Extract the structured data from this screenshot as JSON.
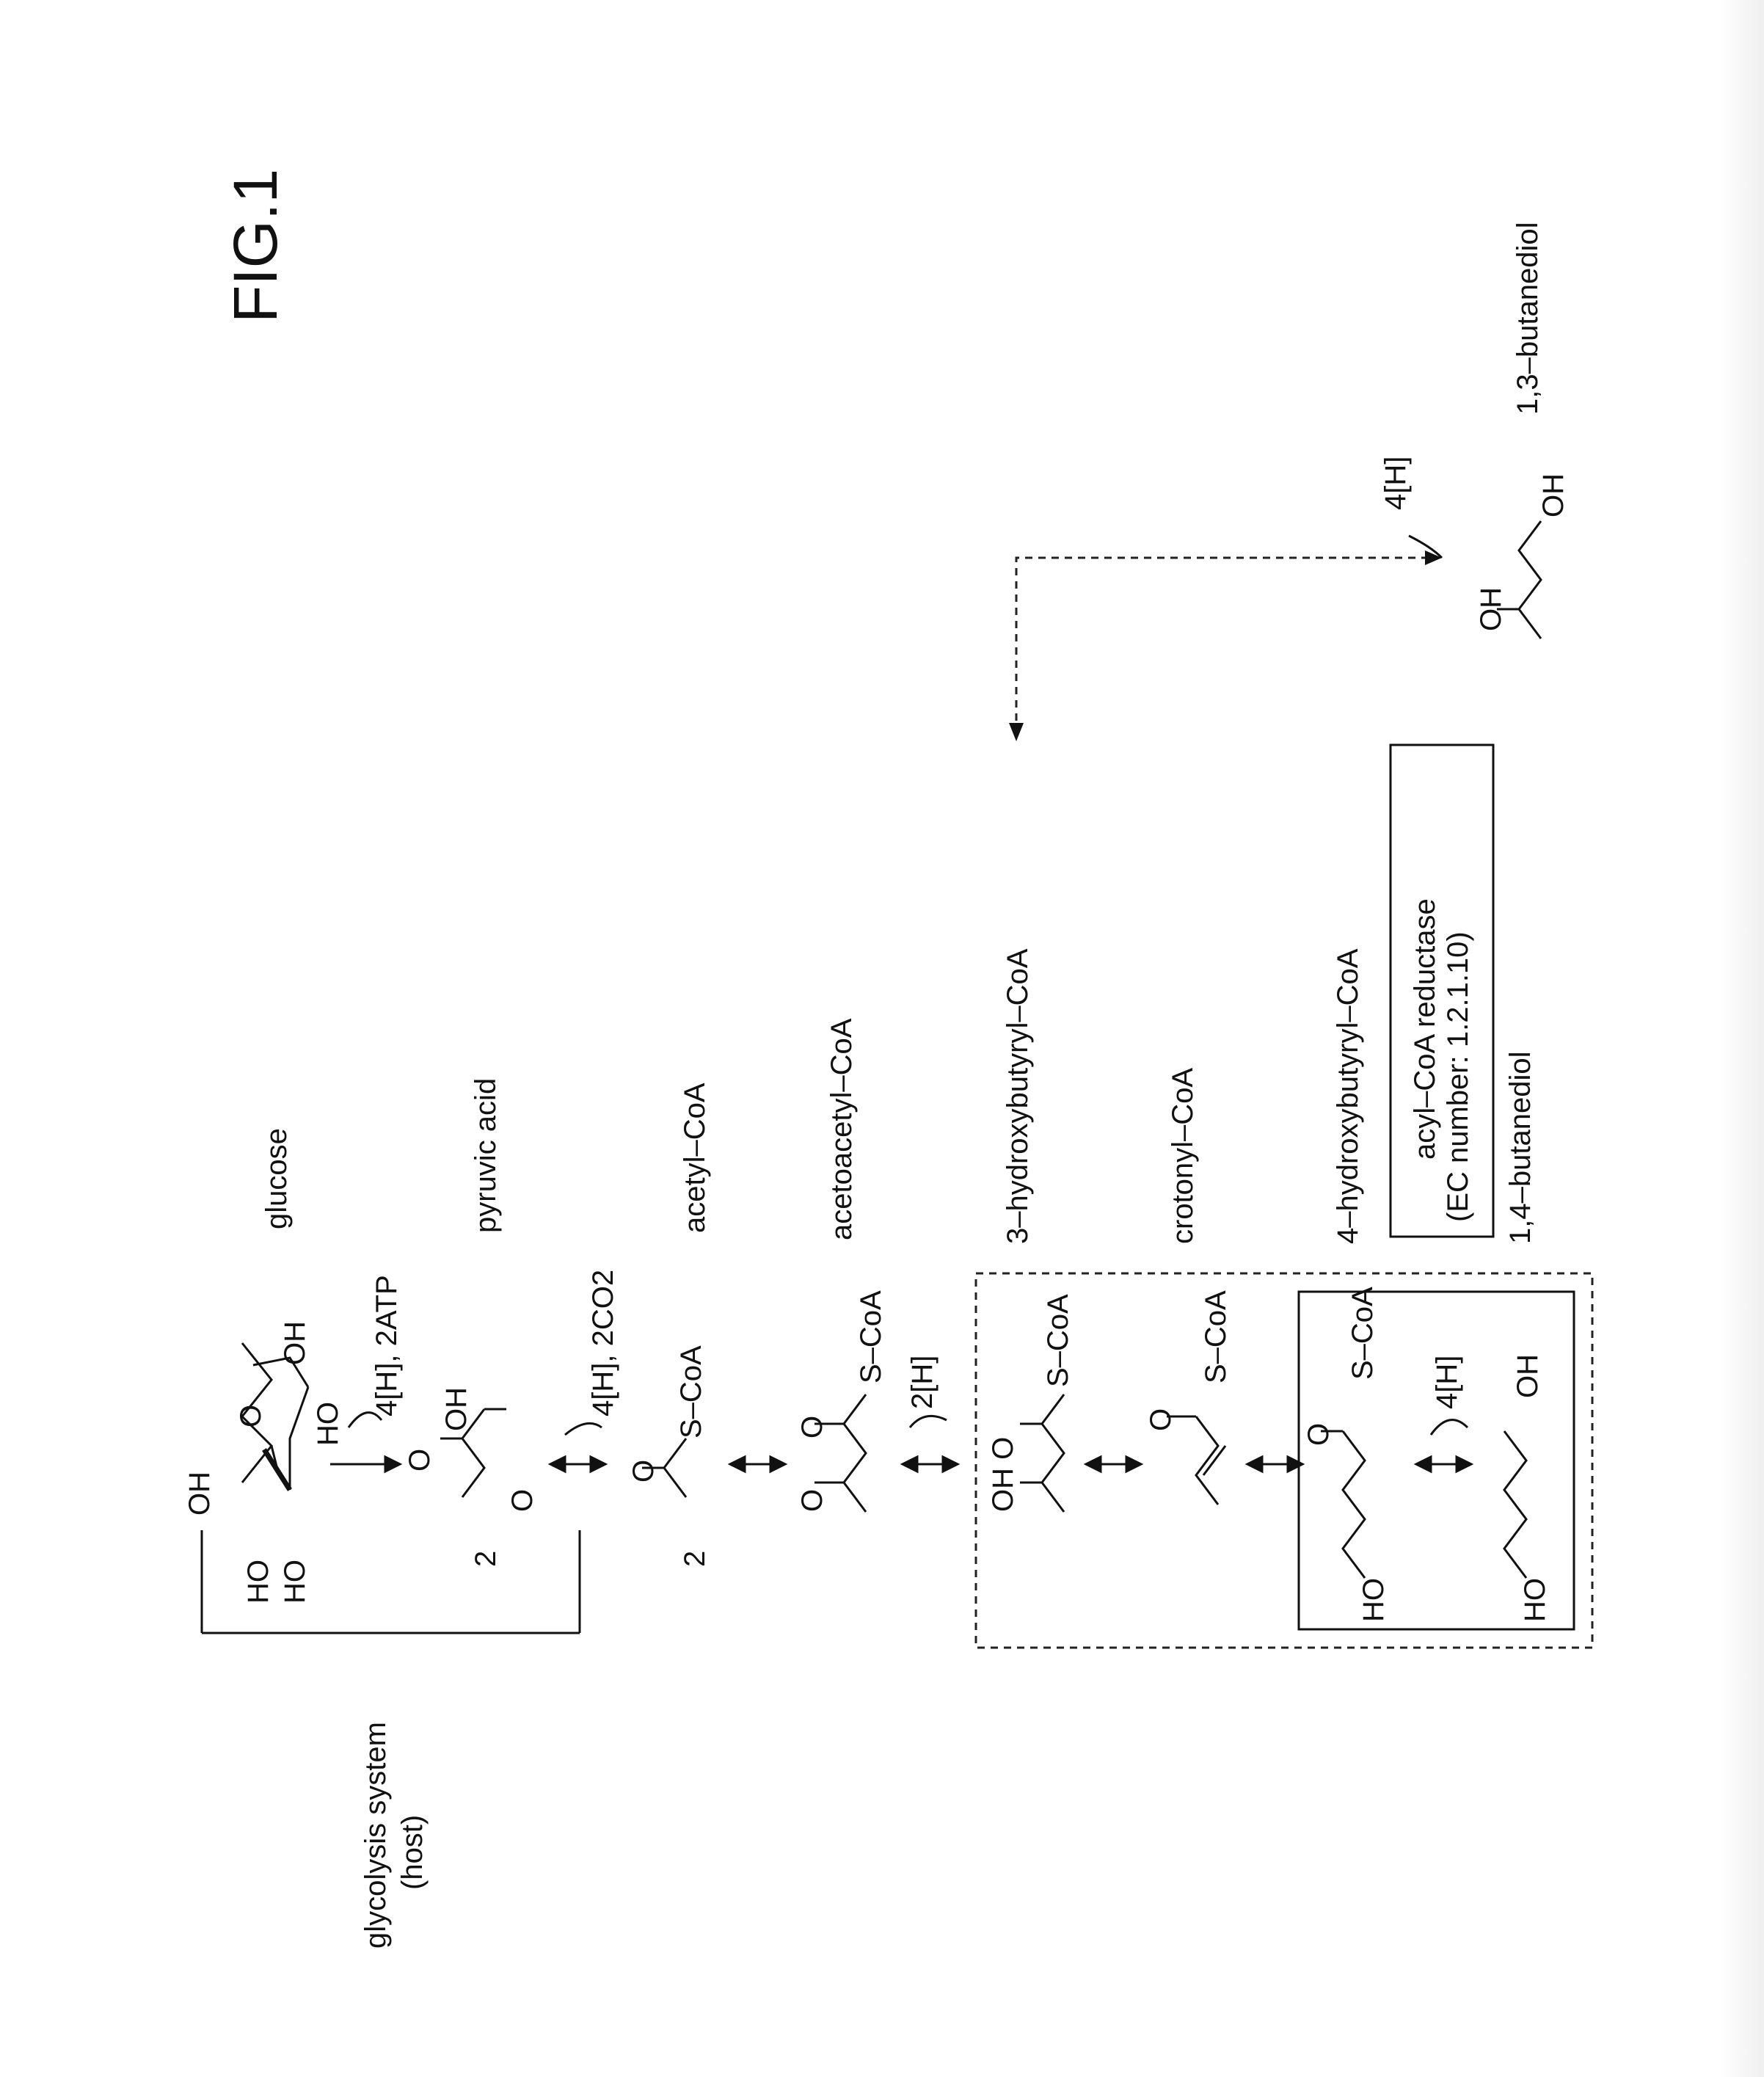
{
  "figure": {
    "title": "FIG.1"
  },
  "host_bracket": {
    "label_line1": "glycolysis system",
    "label_line2": "(host)"
  },
  "compounds": {
    "glucose": "glucose",
    "pyruvic_acid": "pyruvic acid",
    "acetyl_coa": "acetyl–CoA",
    "acetoacetyl_coa": "acetoacetyl–CoA",
    "hydroxybutyryl_3": "3–hydroxybutyryl–CoA",
    "crotonyl_coa": "crotonyl–CoA",
    "hydroxybutyryl_4": "4–hydroxybutyryl–CoA",
    "butanediol_14": "1,4–butanediol",
    "butanediol_13": "1,3–butanediol"
  },
  "cofactors": {
    "glycolysis": "4[H], 2ATP",
    "decarboxylation": "4[H], 2CO2",
    "reduction_acetoacetyl": "2[H]",
    "reduction_4hb": "4[H]",
    "reduction_3hb": "4[H]"
  },
  "stoichiometry": {
    "pyruvate": "2",
    "acetyl": "2"
  },
  "enzyme_box": {
    "line1": "acyl–CoA reductase",
    "line2": "(EC number: 1.2.1.10)"
  },
  "atoms": {
    "oh": "OH",
    "ho": "HO",
    "o": "O",
    "s_coa": "S–CoA",
    "oh_o": "OH O"
  }
}
